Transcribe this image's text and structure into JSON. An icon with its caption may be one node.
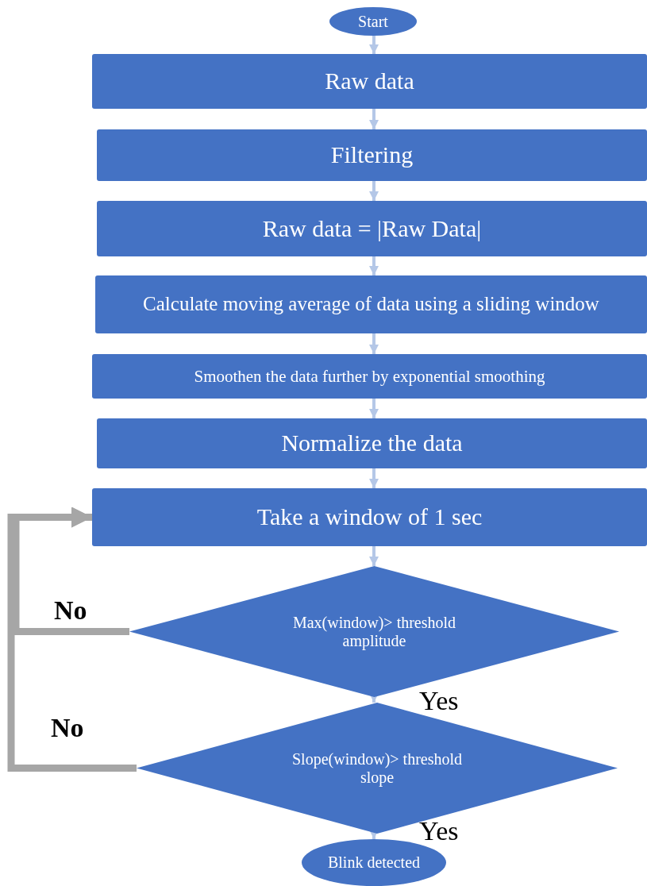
{
  "diagram": {
    "nodes": [
      {
        "text": [
          "Start"
        ]
      },
      {
        "text": [
          "Raw data"
        ]
      },
      {
        "text": [
          "Filtering"
        ]
      },
      {
        "text": [
          "Raw data = |Raw Data|"
        ]
      },
      {
        "text": [
          "Calculate moving average of data using a sliding window"
        ]
      },
      {
        "text": [
          "Smoothen the data further by exponential smoothing"
        ]
      },
      {
        "text": [
          "Normalize the data"
        ]
      },
      {
        "text": [
          "Take a window of 1 sec"
        ]
      },
      {
        "text": [
          "Max(window)> threshold amplitude"
        ]
      },
      {
        "text": [
          "Slope(window)> threshold slope"
        ]
      },
      {
        "text": [
          "Blink detected"
        ]
      }
    ],
    "edges": [
      {
        "from": 0,
        "to": 1,
        "arrow": "to"
      },
      {
        "from": 1,
        "to": 2,
        "arrow": "to"
      },
      {
        "from": 2,
        "to": 3,
        "arrow": "to"
      },
      {
        "from": 3,
        "to": 4,
        "arrow": "to"
      },
      {
        "from": 4,
        "to": 5,
        "arrow": "to"
      },
      {
        "from": 5,
        "to": 6,
        "arrow": "to"
      },
      {
        "from": 6,
        "to": 7,
        "arrow": "to"
      },
      {
        "from": 7,
        "to": 8,
        "arrow": "to"
      },
      {
        "from": 8,
        "to": 9,
        "arrow": "to",
        "label": "Yes"
      },
      {
        "from": 9,
        "to": 10,
        "arrow": "to",
        "label": "Yes"
      },
      {
        "from": 8,
        "to": 7,
        "arrow": "to",
        "label": "No",
        "style": "thick",
        "color": "#a6a6a6"
      },
      {
        "from": 9,
        "to": 7,
        "arrow": "to",
        "label": "No",
        "style": "thick",
        "color": "#a6a6a6"
      }
    ]
  }
}
